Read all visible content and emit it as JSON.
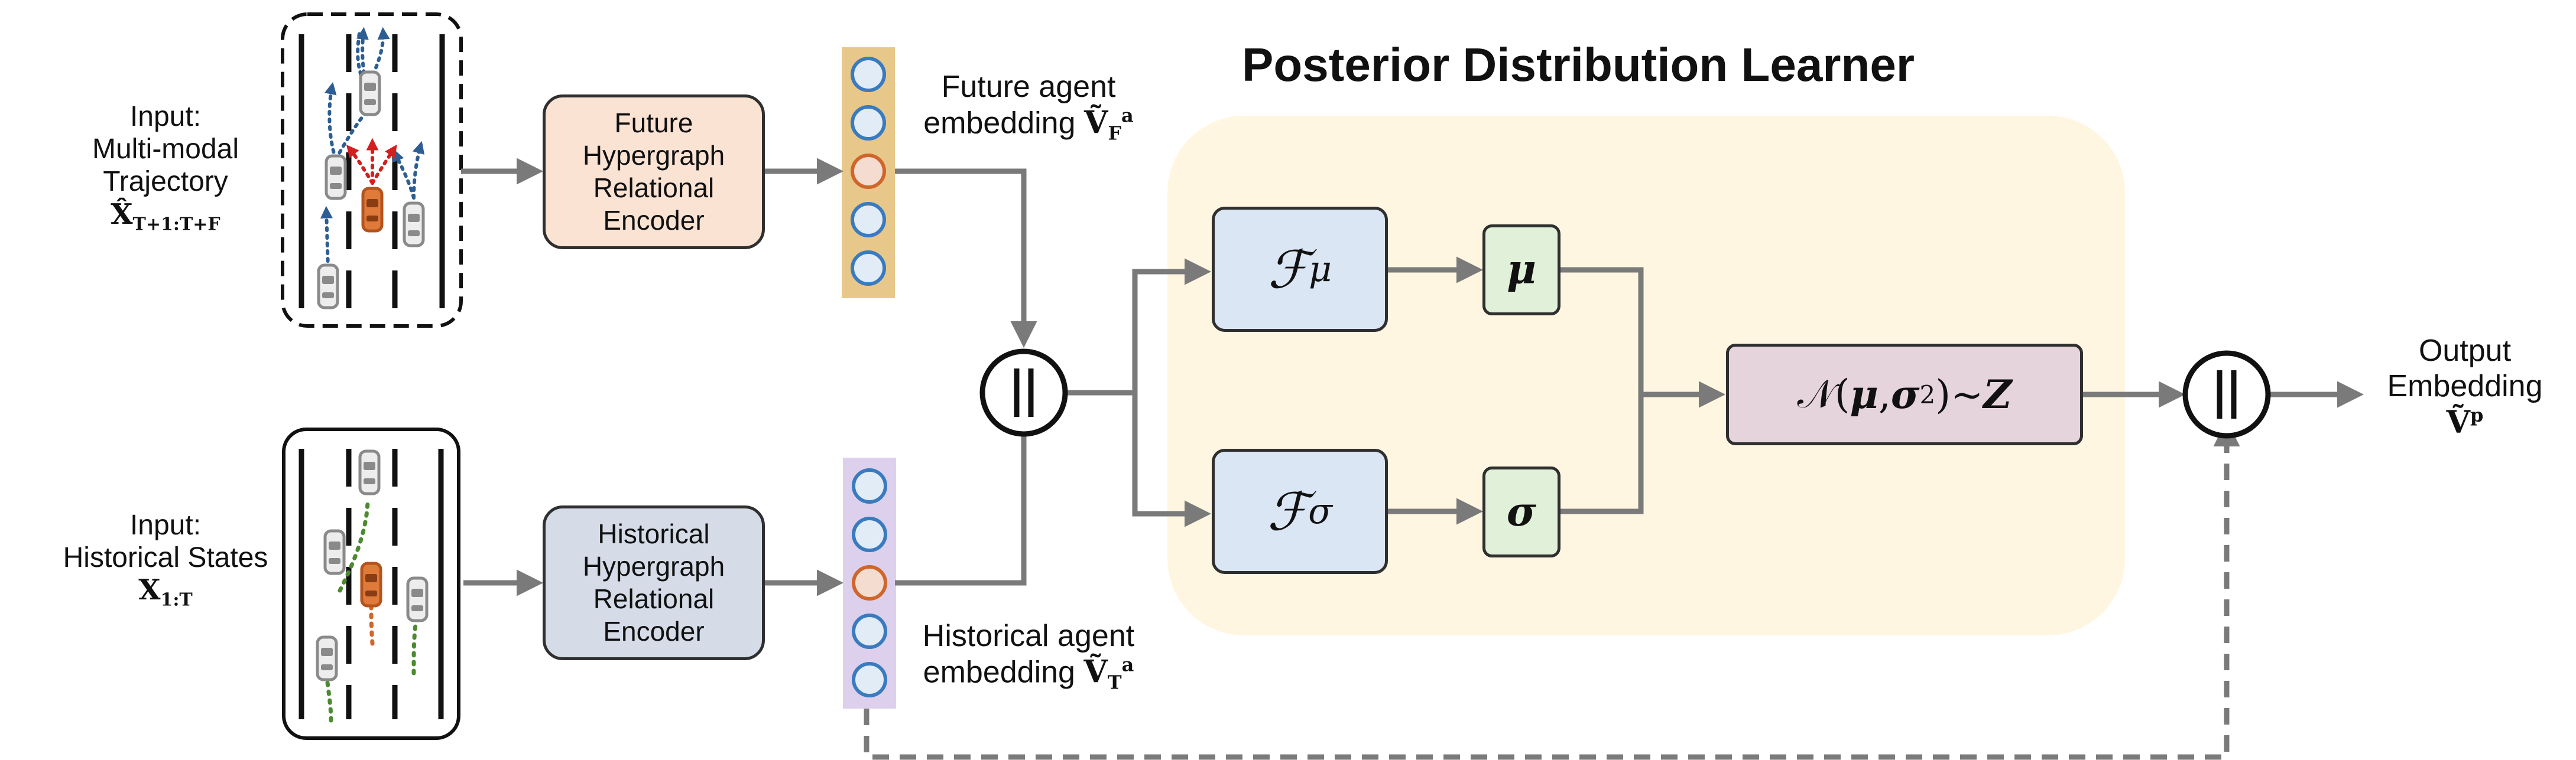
{
  "title": "Posterior Distribution Learner",
  "input_future": {
    "line1": "Input:",
    "line2": "Multi-modal",
    "line3": "Trajectory",
    "symbol": "X̂",
    "subscript": "T+1:T+F"
  },
  "input_hist": {
    "line1": "Input:",
    "line2": "Historical States",
    "symbol": "X",
    "subscript": "1:T"
  },
  "future_encoder": {
    "lines": [
      "Future",
      "Hypergraph",
      "Relational",
      "Encoder"
    ]
  },
  "hist_encoder": {
    "lines": [
      "Historical",
      "Hypergraph",
      "Relational",
      "Encoder"
    ]
  },
  "future_embedding": {
    "line1": "Future agent",
    "line2": "embedding",
    "symbol": "Ṽ",
    "sub": "F",
    "sup": "a"
  },
  "hist_embedding": {
    "line1": "Historical agent",
    "line2": "embedding",
    "symbol": "Ṽ",
    "sub": "T",
    "sup": "a"
  },
  "concat_symbol": "||",
  "f_mu": {
    "symbol": "ℱ",
    "sub": "μ"
  },
  "f_sigma": {
    "symbol": "ℱ",
    "sub": "σ"
  },
  "mu": "μ",
  "sigma": "σ",
  "normal": {
    "prefix": "𝒩(",
    "mu": "μ",
    "comma": ", ",
    "sigma": "σ",
    "sup": "2",
    "suffix": ")∼",
    "z": "Z"
  },
  "output": {
    "line1": "Output",
    "line2": "Embedding",
    "symbol": "Ṽ",
    "sup": "p"
  },
  "colors": {
    "future_encoder": "#fbe3d4",
    "hist_encoder": "#d5dce8",
    "future_strip": "#e8c88a",
    "hist_strip": "#ddd0ec",
    "learner_bg": "#fff6e1",
    "f_box": "#dae6f4",
    "param_box": "#e1f0d8",
    "normal_box": "#e6d4dc",
    "circle_blue": "#3a7bbf",
    "circle_fill": "#e2ecf6",
    "circle_orange": "#d0662b",
    "circle_orange_fill": "#f4ddd0",
    "arrow": "#7a7a7a",
    "car_orange": "#c9662e",
    "car_gray": "#8a8a8a",
    "traj_blue": "#2d5e93",
    "traj_red": "#d21f1f",
    "traj_green": "#4c8a30"
  }
}
